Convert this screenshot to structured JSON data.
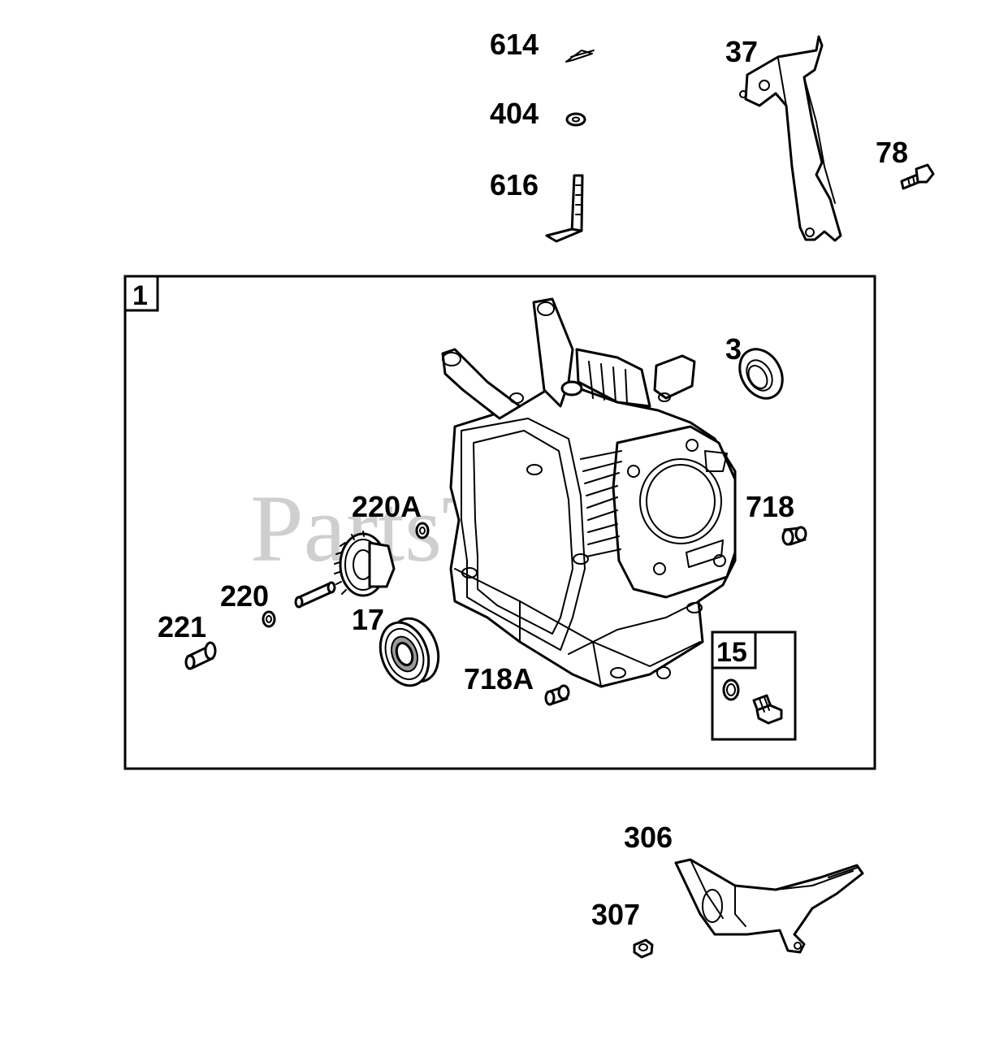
{
  "watermark": {
    "text": "PartsTree",
    "tm": "™"
  },
  "assembly_box": {
    "label": "1"
  },
  "sub_box": {
    "label": "15"
  },
  "callouts": {
    "c614": "614",
    "c404": "404",
    "c616": "616",
    "c37": "37",
    "c78": "78",
    "c3": "3",
    "c220A": "220A",
    "c718": "718",
    "c220": "220",
    "c221": "221",
    "c17": "17",
    "c718A": "718A",
    "c306": "306",
    "c307": "307"
  }
}
